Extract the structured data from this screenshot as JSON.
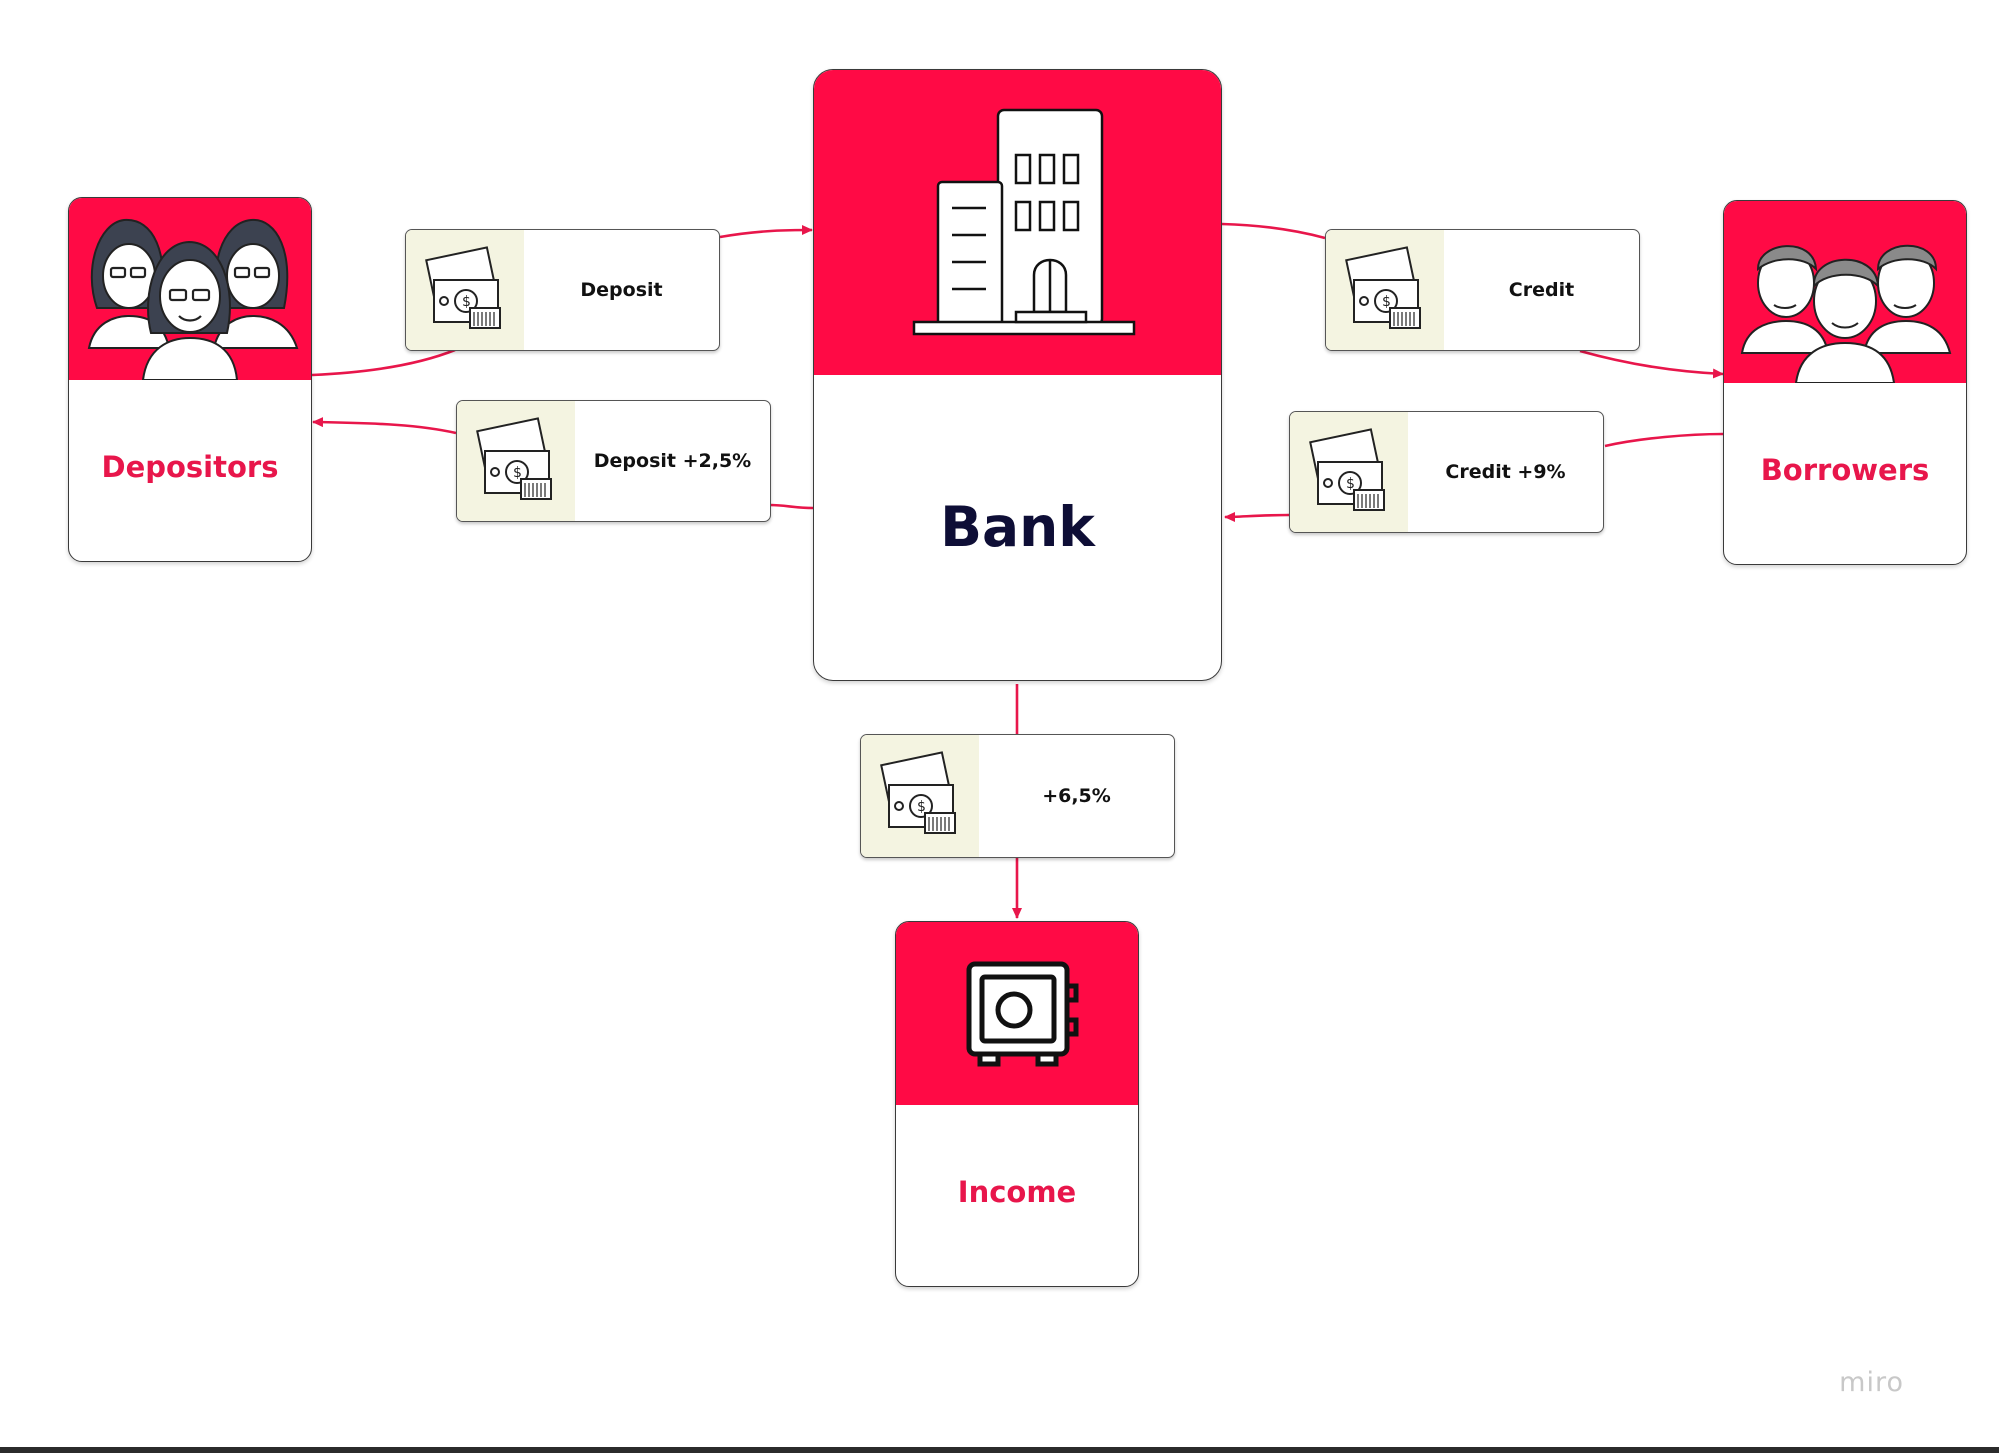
{
  "nodes": {
    "depositors": {
      "label": "Depositors"
    },
    "bank": {
      "label": "Bank"
    },
    "borrowers": {
      "label": "Borrowers"
    },
    "income": {
      "label": "Income"
    }
  },
  "flows": {
    "deposit": {
      "label": "Deposit"
    },
    "deposit_return": {
      "label": "Deposit +2,5%"
    },
    "credit": {
      "label": "Credit"
    },
    "credit_return": {
      "label": "Credit +9%"
    },
    "margin": {
      "label": "+6,5%"
    }
  },
  "watermark": "miro",
  "colors": {
    "accent": "#ff0a45",
    "label_red": "#e8164b",
    "bank_text": "#0e0e36",
    "arrow": "#e8164b",
    "icon_bg": "#f4f4e1"
  }
}
